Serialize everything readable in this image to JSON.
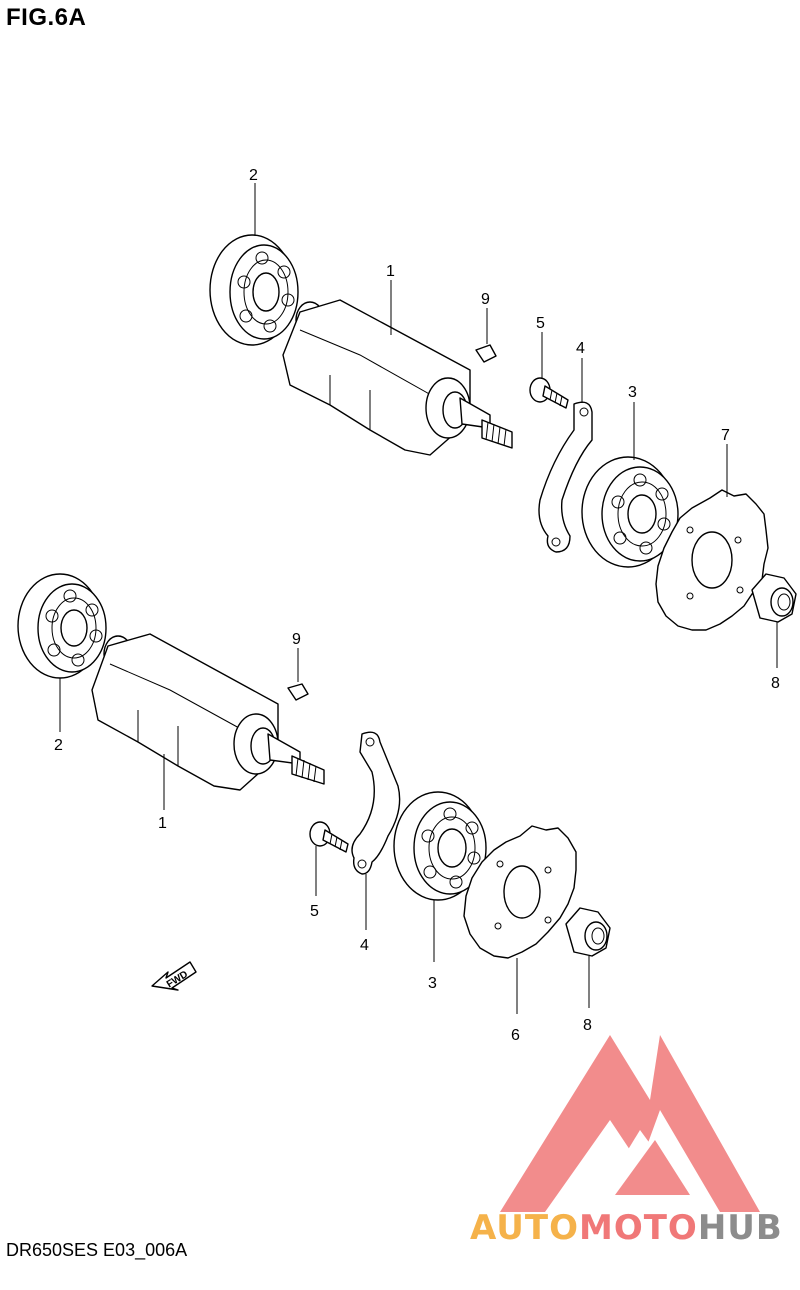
{
  "figure": {
    "title": "FIG.6A",
    "code": "DR650SES E03_006A"
  },
  "labels": {
    "top_assembly": {
      "shaft": "1",
      "bearing_left": "2",
      "key": "9",
      "bolt": "5",
      "plate": "4",
      "bearing_right": "3",
      "sprocket": "7",
      "nut": "8"
    },
    "bottom_assembly": {
      "shaft": "1",
      "bearing_left": "2",
      "key": "9",
      "bolt": "5",
      "plate": "4",
      "bearing_right": "3",
      "sprocket": "6",
      "nut": "8"
    }
  },
  "fwd_arrow": {
    "text": "FWD",
    "icon": "fwd-arrow-icon"
  },
  "watermark": {
    "part1": "AUTO",
    "part2": "MOTO",
    "part3": "HUB",
    "colors": {
      "auto": "#f5b24a",
      "moto": "#f07878",
      "hub": "#8c8c8c",
      "logo": "#f07878"
    }
  }
}
